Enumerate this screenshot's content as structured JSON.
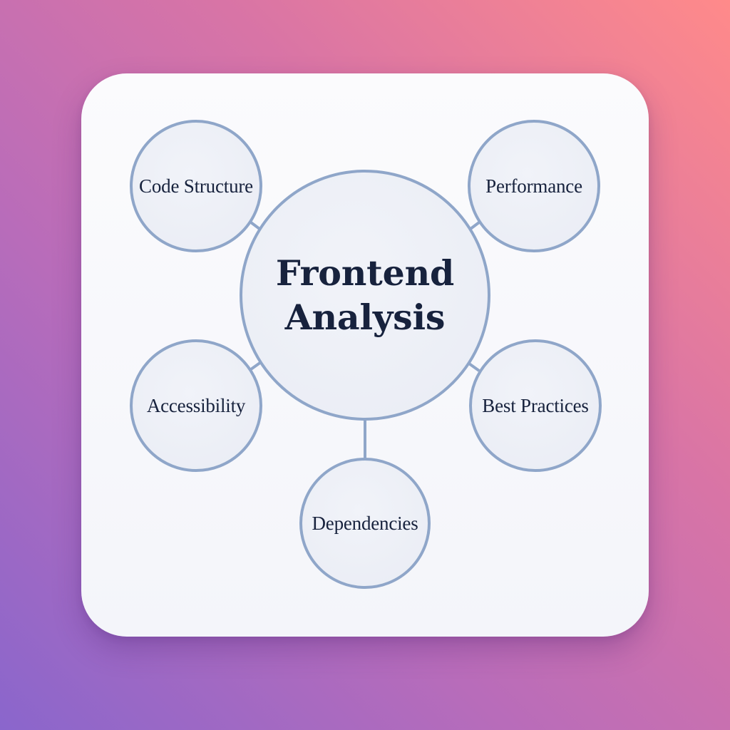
{
  "diagram": {
    "center": {
      "line1": "Frontend",
      "line2": "Analysis"
    },
    "nodes": {
      "code_structure": "Code Structure",
      "performance": "Performance",
      "accessibility": "Accessibility",
      "best_practices": "Best Practices",
      "dependencies": "Dependencies"
    }
  },
  "colors": {
    "node_border": "#8fa6c9",
    "node_fill": "#eceff6",
    "text": "#17223d",
    "card": "#f8f8fb"
  }
}
